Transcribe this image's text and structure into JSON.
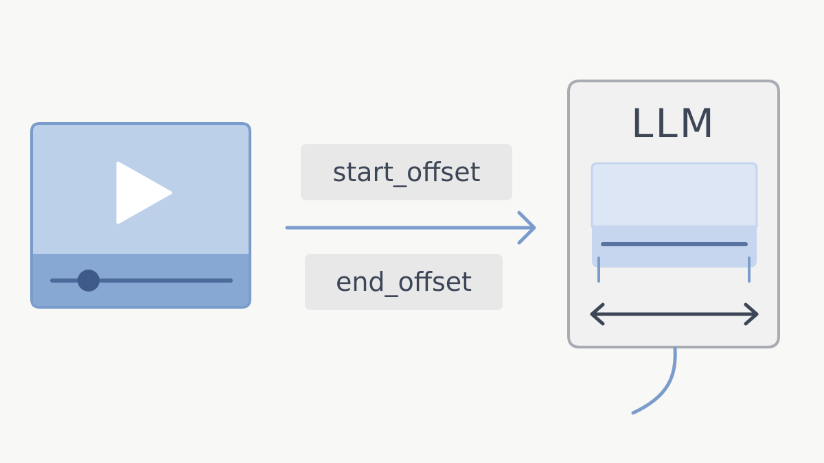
{
  "diagram": {
    "labels": {
      "start_offset": "start_offset",
      "end_offset": "end_offset"
    },
    "model_box": {
      "title": "LLM"
    },
    "icons": [
      "video-player-icon",
      "play-icon",
      "arrow-right-icon",
      "double-arrow-icon"
    ]
  }
}
